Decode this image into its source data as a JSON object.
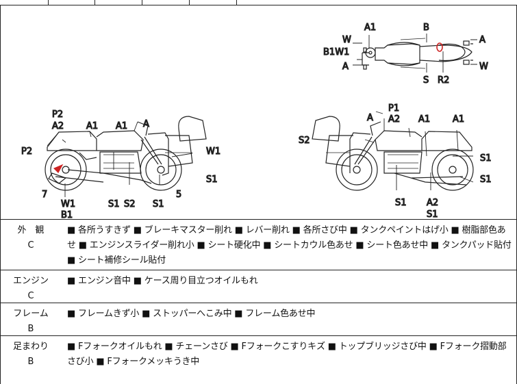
{
  "diagram": {
    "top_view": {
      "labels": [
        "A1",
        "B",
        "W",
        "A",
        "B1W1",
        "A",
        "S",
        "R2",
        "W"
      ]
    },
    "left_view": {
      "labels": [
        "P2",
        "A2",
        "A1",
        "A1",
        "A",
        "P2",
        "W1",
        "7",
        "W1",
        "B1",
        "S1",
        "S2",
        "S1",
        "5",
        "S1"
      ]
    },
    "right_view": {
      "labels": [
        "P1",
        "A2",
        "A",
        "A1",
        "A1",
        "S2",
        "S1",
        "S1",
        "S1",
        "A2",
        "S1"
      ]
    }
  },
  "sections": [
    {
      "category": "外　観",
      "grade": "C",
      "description": "■ 各所うすきず ■ ブレーキマスター削れ ■ レバー削れ ■ 各所さび中 ■ タンクペイントはげ小 ■ 樹脂部色あせ ■ エンジンスライダー削れ小 ■ シート硬化中 ■ シートカウル色あせ ■ シート色あせ中 ■ タンクパッド貼付 ■ シート補修シール貼付"
    },
    {
      "category": "エンジン",
      "grade": "C",
      "description": "■ エンジン音中 ■ ケース周り目立つオイルもれ"
    },
    {
      "category": "フレーム",
      "grade": "B",
      "description": "■ フレームきず小 ■ ストッパーへこみ中 ■ フレーム色あせ中"
    },
    {
      "category": "足まわり",
      "grade": "B",
      "description": "■ Fフォークオイルもれ ■ チェーンさび ■ Fフォークこすりキズ ■ トップブリッジさび中 ■ Fフォーク摺動部さび小 ■ Fフォークメッキうき中"
    }
  ],
  "colors": {
    "line": "#222222",
    "marker": "#cc2222",
    "text": "#111111"
  }
}
